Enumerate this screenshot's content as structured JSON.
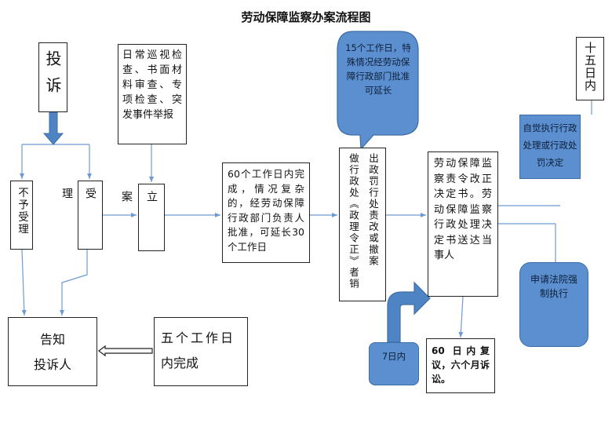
{
  "title": "劳动保障监察办案流程图",
  "boxes": {
    "complaint": "投诉",
    "daily_sources": "日常巡视检查、书面材料审查、专项检查、突发事件举报",
    "reject": "不予受理",
    "accept": "受理",
    "register": "立案",
    "investigation": "60个工作日内完成，情况复杂的，经劳动保障行政部门负责人批准，可延长30个工作日",
    "decision_col1": "做行政处《政理令正》者销",
    "decision_col2": "出政罚行处责改或撤案",
    "order_rectify": "劳动保障监察责令改正决定书。劳动保障监察行政处理决定书送达当事人",
    "notify_complainant_line1": "告知",
    "notify_complainant_line2": "投诉人",
    "five_days_line1": "五个工作日",
    "five_days_line2": "内完成",
    "fifteen_days": "十五日内",
    "appeal": "60 日内复议，六个月诉讼。"
  },
  "callouts": {
    "extension_note": "15个工作日，特殊情况经劳动保障行政部门批准可延长",
    "voluntary": "自觉执行行政处理或行政处罚决定",
    "court": "申请法院强制执行",
    "seven_days": "7日内"
  },
  "colors": {
    "callout_fill": "#5b8fcf",
    "callout_border": "#3e6ea6",
    "connector": "#6d9bd1",
    "box_border": "#222222"
  }
}
